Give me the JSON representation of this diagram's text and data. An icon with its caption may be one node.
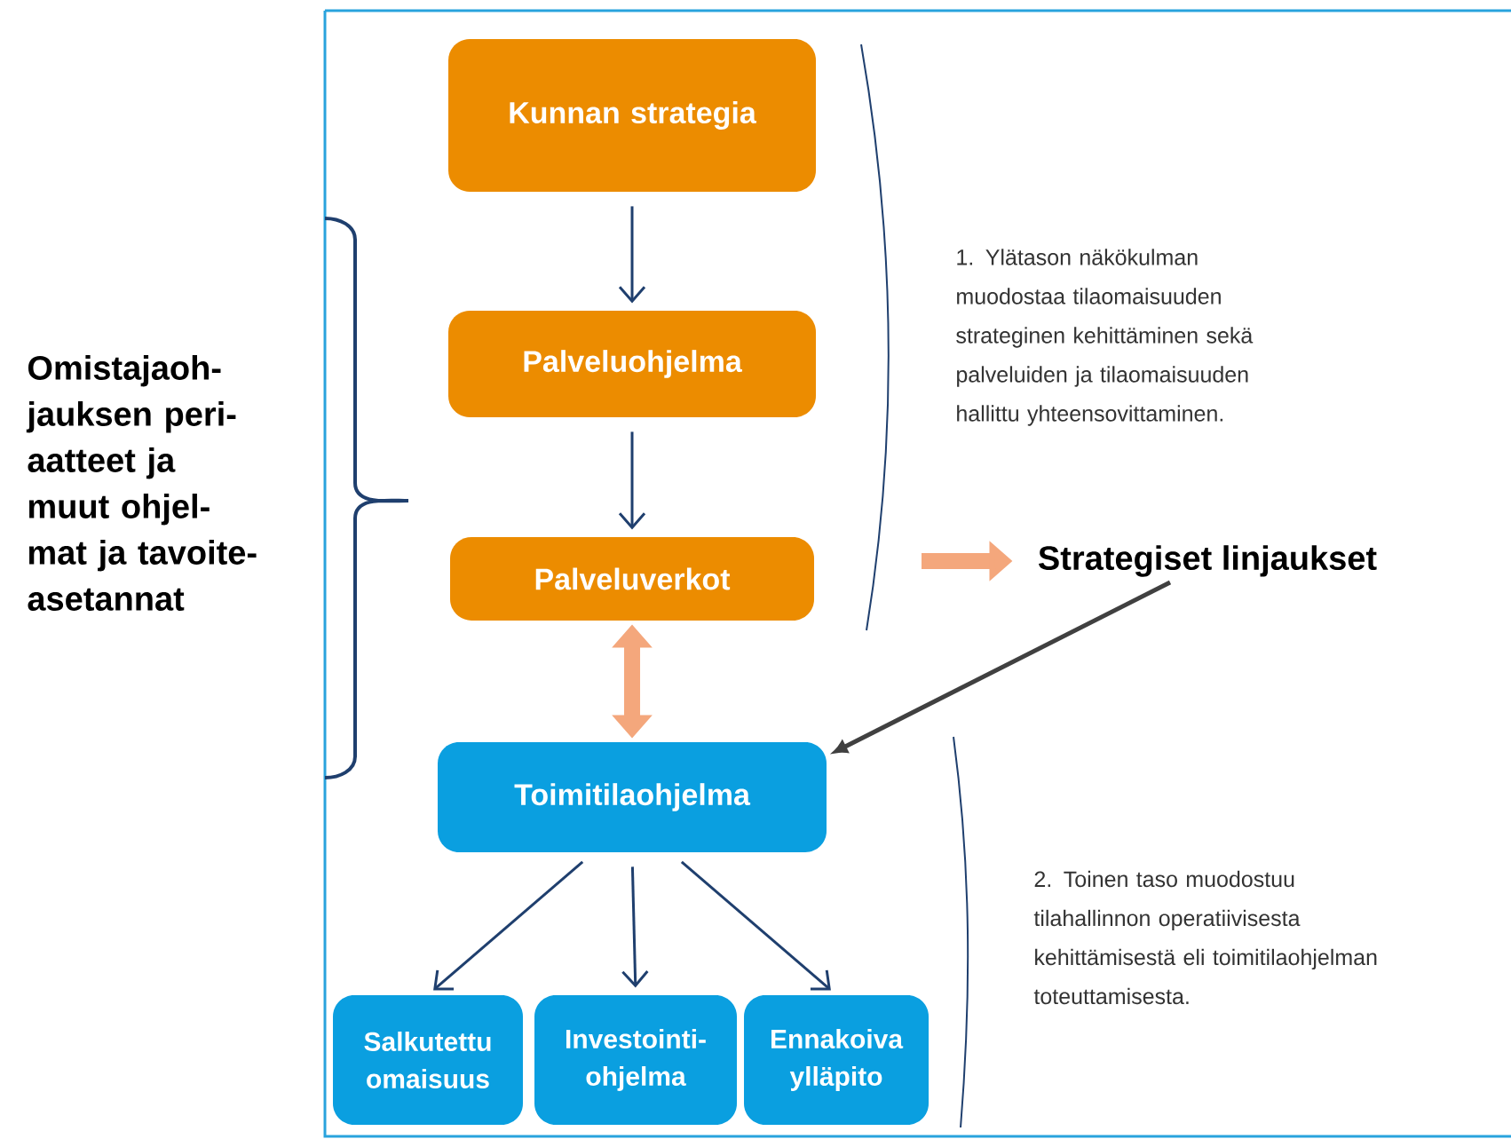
{
  "diagram": {
    "nodes": [
      {
        "text": [
          "Kunnan strategia"
        ]
      },
      {
        "text": [
          "Palveluohjelma"
        ]
      },
      {
        "text": [
          "Palveluverkot"
        ]
      },
      {
        "text": [
          "Toimitilaohjelma"
        ]
      },
      {
        "text": [
          "Salkutettu omaisuus"
        ]
      },
      {
        "text": [
          "Investointi- ohjelma"
        ]
      },
      {
        "text": [
          "Ennakoiva ylläpito"
        ]
      },
      {
        "text": [
          "Strategiset linjaukset"
        ]
      }
    ],
    "edges": [
      {
        "from": 0,
        "to": 1,
        "arrow": "to"
      },
      {
        "from": 1,
        "to": 2,
        "arrow": "to"
      },
      {
        "from": 2,
        "to": 3,
        "arrow": "both",
        "style": "thick",
        "color": "#f4a77c"
      },
      {
        "from": 3,
        "to": 4,
        "arrow": "to"
      },
      {
        "from": 3,
        "to": 5,
        "arrow": "to"
      },
      {
        "from": 3,
        "to": 6,
        "arrow": "to"
      },
      {
        "from": 7,
        "to": 3,
        "arrow": "to",
        "color": "#404040"
      },
      {
        "from": null,
        "to": 7,
        "arrow": "to",
        "style": "thick",
        "color": "#f4a77c"
      }
    ],
    "labels": [
      "Omistajaoh- jauksen peri- aatteet ja muut ohjel- mat ja tavoite- asetannat",
      "1. Ylätason näkökulman muodostaa tilaomaisuuden strateginen kehittäminen sekä palveluiden ja tilaomaisuuden hallittu yhteensovittaminen.",
      "2. Toinen taso muodostuu tilahallinnon operatiivisesta kehittämisestä eli toimitilaohjelman toteuttamisesta."
    ]
  }
}
